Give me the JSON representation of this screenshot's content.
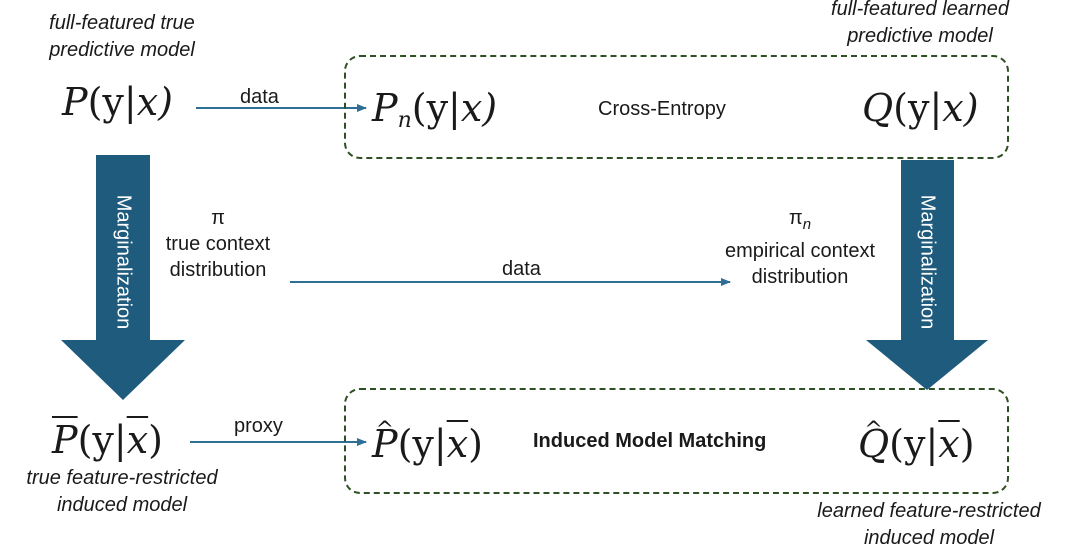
{
  "labels": {
    "top_left_caption": [
      "full-featured true",
      "predictive model"
    ],
    "top_right_caption": [
      "full-featured learned",
      "predictive model"
    ],
    "bottom_left_caption": [
      "true feature-restricted",
      "induced model"
    ],
    "bottom_right_caption": [
      "learned feature-restricted",
      "induced model"
    ]
  },
  "math": {
    "p": {
      "fn": "P",
      "args": [
        "(y",
        "|",
        "x)"
      ]
    },
    "pn": {
      "fn": "P",
      "sub": "n",
      "args": [
        "(y",
        "|",
        "x)"
      ]
    },
    "q": {
      "fn": "Q",
      "args": [
        "(y",
        "|",
        "x)"
      ]
    },
    "pbar": {
      "fn": "P",
      "args": [
        "(y",
        "|",
        "x",
        ")"
      ]
    },
    "phat": {
      "fn": "P",
      "args": [
        "(y",
        "|",
        "x",
        ")"
      ]
    },
    "qhat": {
      "fn": "Q",
      "args": [
        "(y",
        "|",
        "x",
        ")"
      ]
    }
  },
  "edges": {
    "data_top": "data",
    "data_mid": "data",
    "proxy": "proxy"
  },
  "box_labels": {
    "top": "Cross-Entropy",
    "bottom": "Induced Model Matching"
  },
  "marginal_arrows": {
    "left": "Marginalization",
    "right": "Marginalization"
  },
  "context": {
    "pi_symbol": "π",
    "pi_lines": [
      "true context",
      "distribution"
    ],
    "pin_symbol": "π",
    "pin_sub": "n",
    "pin_lines": [
      "empirical context",
      "distribution"
    ]
  },
  "colors": {
    "arrow_fill": "#1f5b7c",
    "connector": "#2f6f96",
    "box_border": "#2f5024"
  }
}
